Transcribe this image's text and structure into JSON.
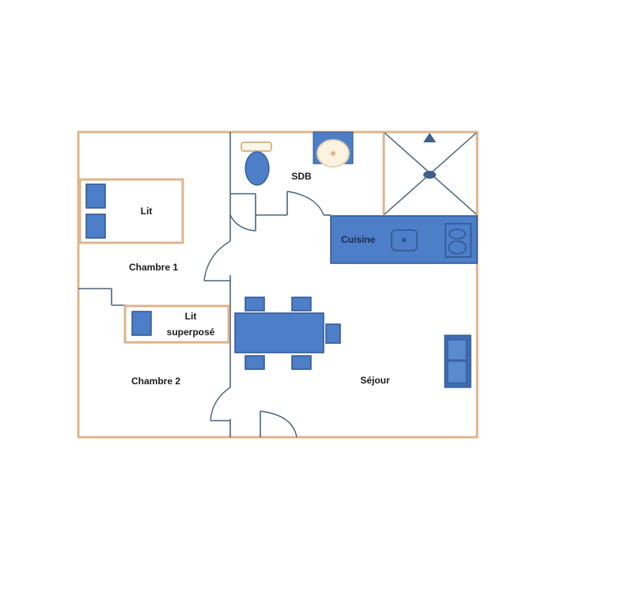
{
  "plan": {
    "colors": {
      "outer_wall": "#dcb58d",
      "inner_wall": "#4a6478",
      "furniture": "#4d7ec8",
      "furniture_border": "#2f5590",
      "label": "#1a1a1a"
    },
    "rooms": [
      {
        "id": "chambre1",
        "label": "Chambre 1"
      },
      {
        "id": "chambre2",
        "label": "Chambre 2"
      },
      {
        "id": "sdb",
        "label": "SDB"
      },
      {
        "id": "cuisine",
        "label": "Cuisine"
      },
      {
        "id": "sejour",
        "label": "Séjour"
      }
    ],
    "furniture": {
      "lit": "Lit",
      "lit_superpose_line1": "Lit",
      "lit_superpose_line2": "superposé"
    }
  }
}
